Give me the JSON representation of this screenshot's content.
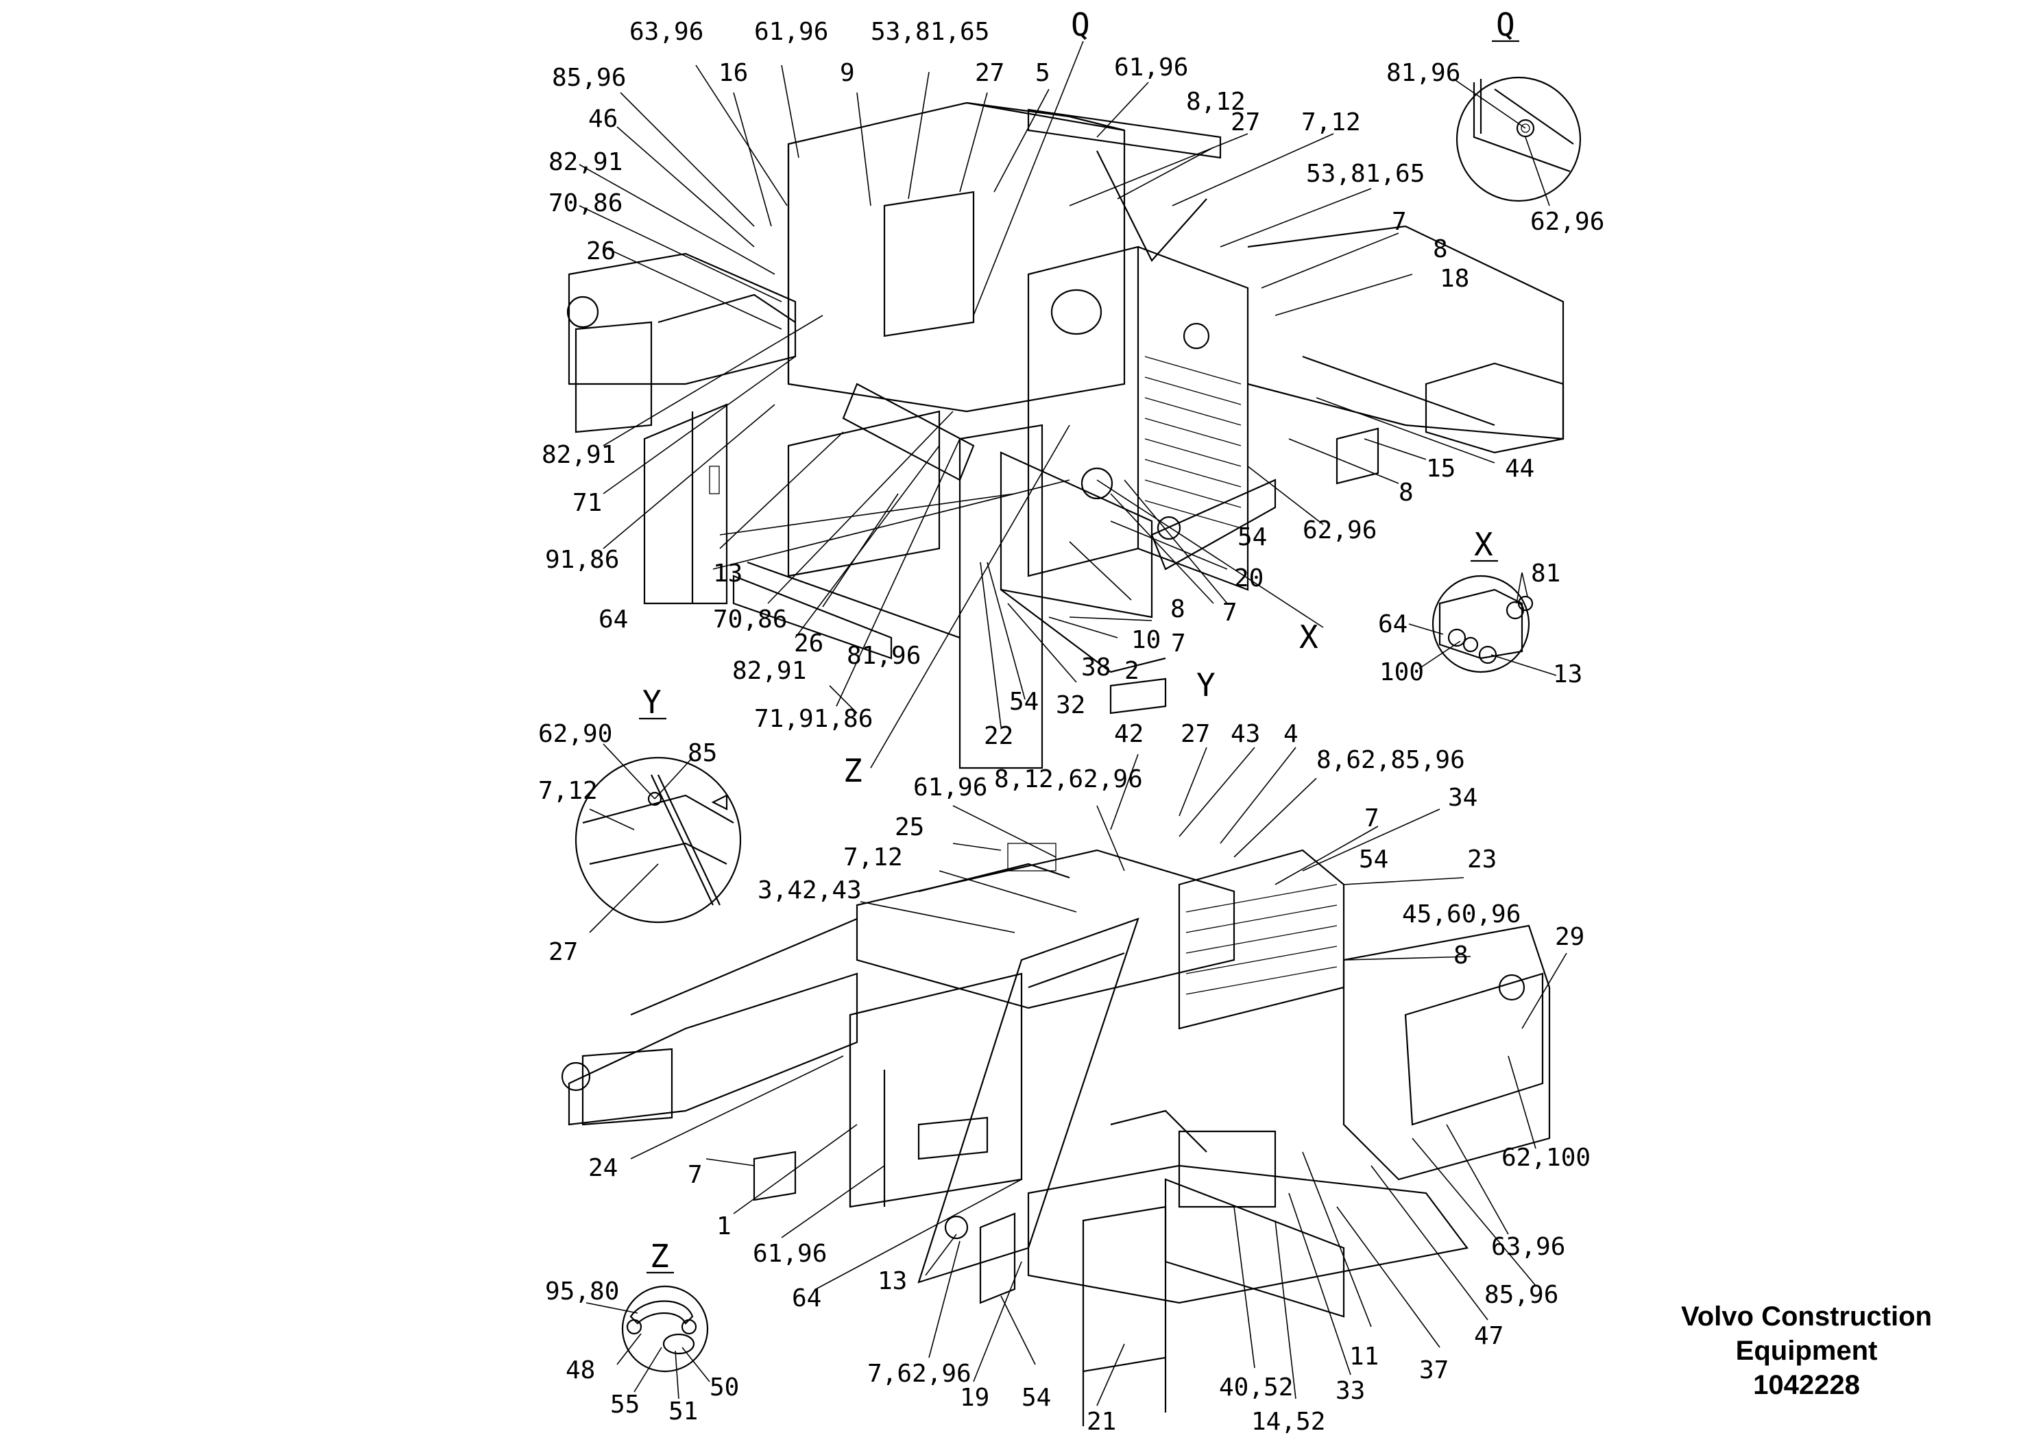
{
  "footer": {
    "company_line1": "Volvo Construction",
    "company_line2": "Equipment",
    "doc_number": "1042228"
  },
  "views": {
    "q_top": "Q",
    "q_detail": "Q",
    "x_main": "X",
    "x_detail": "X",
    "y_main": "Y",
    "y_detail": "Y",
    "z_main": "Z",
    "z_detail": "Z"
  },
  "labels": {
    "t1": "63,96",
    "t2": "61,96",
    "t3": "53,81,65",
    "t4": "85,96",
    "t5": "16",
    "t6": "9",
    "t7": "27",
    "t8": "5",
    "t9": "61,96",
    "t10": "46",
    "t11": "8,12",
    "t12": "27",
    "t13": "7,12",
    "t14": "82,91",
    "t15": "70,86",
    "t16": "53,81,65",
    "t17": "26",
    "t18": "7",
    "t19": "8",
    "t20": "18",
    "t21": "82,91",
    "t22": "71",
    "t23": "15",
    "t24": "44",
    "t25": "8",
    "t26": "91,86",
    "t27": "62,96",
    "t28": "54",
    "t29": "13",
    "t30": "20",
    "t31": "64",
    "t32": "70,86",
    "t33": "8",
    "t34": "7",
    "t35": "26",
    "t36": "10",
    "t37": "7",
    "t38": "82,91",
    "t39": "81,96",
    "t40": "38",
    "t41": "2",
    "t42": "71,91,86",
    "t43": "54",
    "t44": "32",
    "t45": "22",
    "q1": "81,96",
    "q2": "62,96",
    "x1": "81",
    "x2": "64",
    "x3": "100",
    "x4": "13",
    "y1": "62,90",
    "y2": "85",
    "y3": "7,12",
    "y4": "27",
    "b1": "42",
    "b2": "27",
    "b3": "43",
    "b4": "4",
    "b5": "61,96",
    "b6": "8,12,62,96",
    "b7": "8,62,85,96",
    "b8": "25",
    "b9": "34",
    "b10": "7",
    "b11": "7,12",
    "b12": "54",
    "b13": "23",
    "b14": "3,42,43",
    "b15": "45,60,96",
    "b16": "8",
    "b17": "29",
    "b18": "24",
    "b19": "7",
    "b20": "62,100",
    "b21": "1",
    "b22": "61,96",
    "b23": "63,96",
    "b24": "64",
    "b25": "13",
    "b26": "85,96",
    "b27": "47",
    "b28": "11",
    "b29": "37",
    "b30": "7,62,96",
    "b31": "19",
    "b32": "54",
    "b33": "40,52",
    "b34": "33",
    "b35": "21",
    "b36": "14,52",
    "z1": "95,80",
    "z2": "48",
    "z3": "50",
    "z4": "55",
    "z5": "51"
  }
}
